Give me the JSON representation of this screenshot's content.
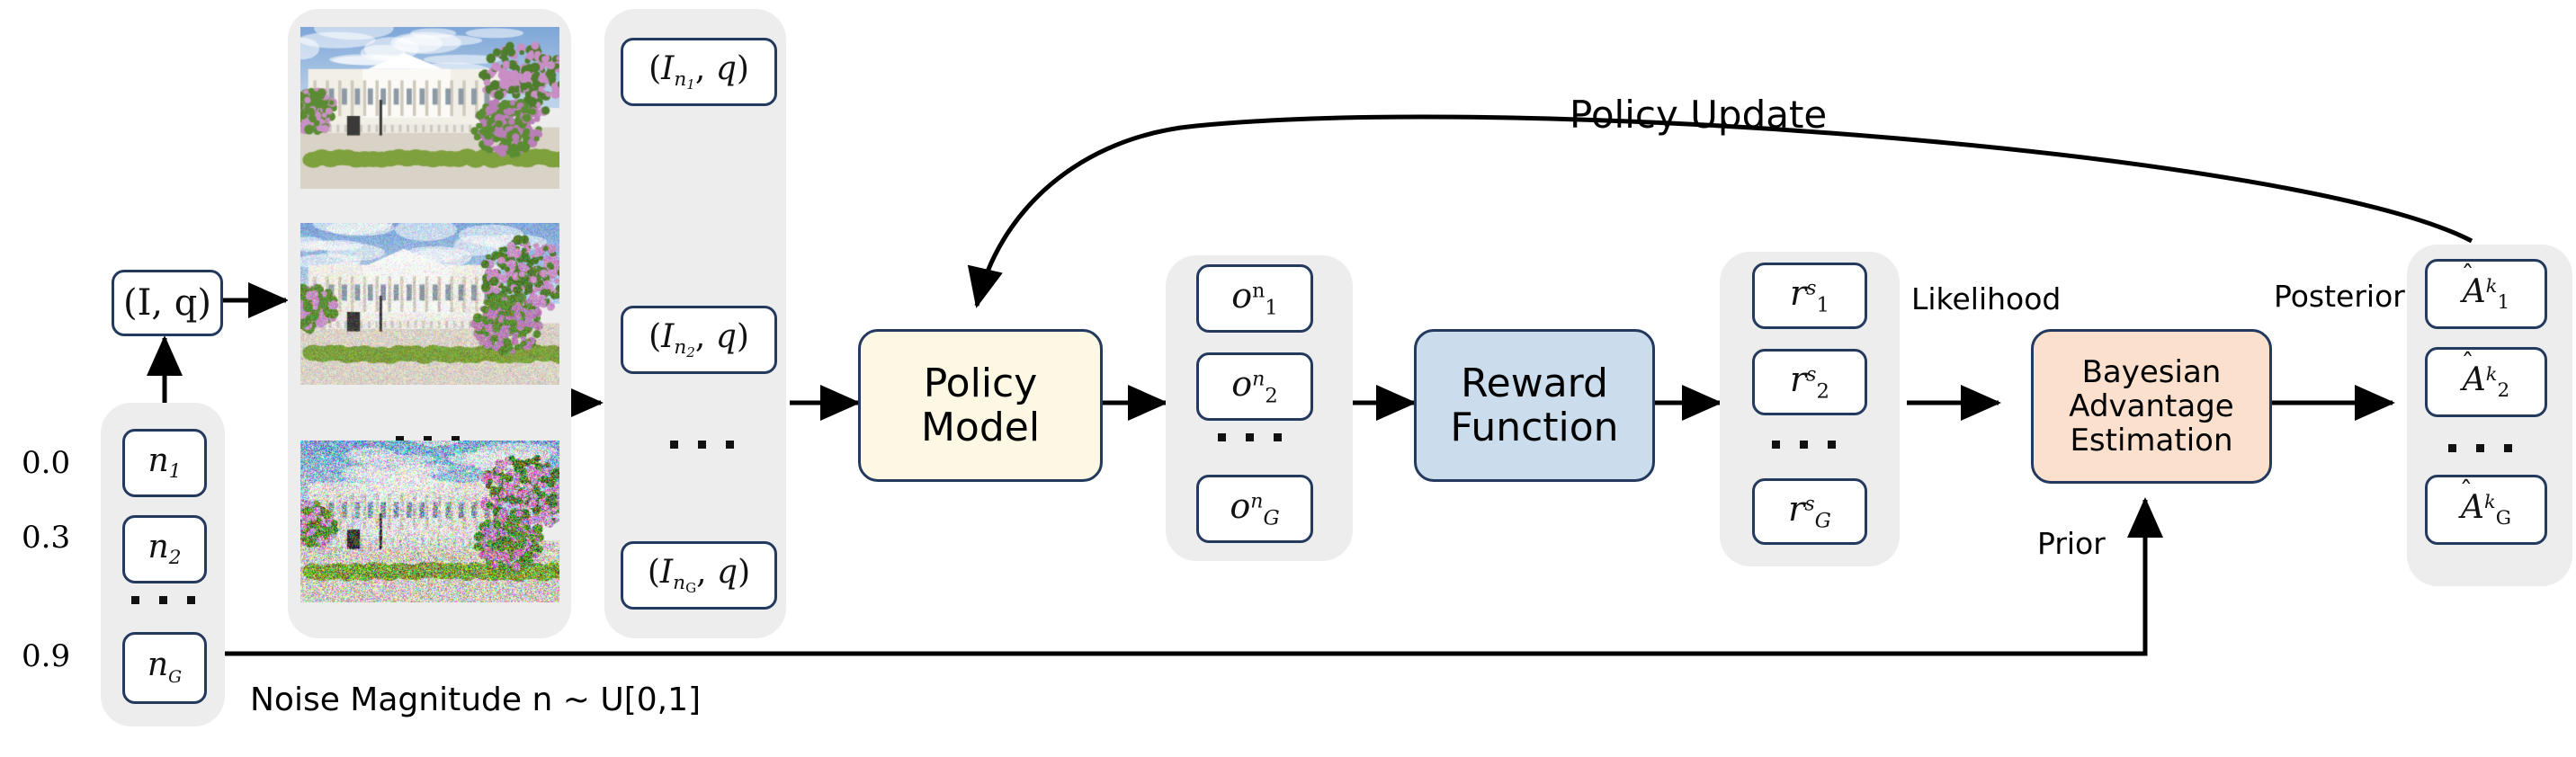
{
  "diagram": {
    "title_label": "Policy Update",
    "caption": "Noise Magnitude n ~ U[0,1]",
    "noise_scale_labels": [
      "0.0",
      "0.3",
      "0.9"
    ],
    "edge_labels": {
      "likelihood": "Likelihood",
      "prior": "Prior",
      "posterior": "Posterior"
    },
    "colors": {
      "panel_gray": "#ededed",
      "node_border": "#23395d",
      "policy_model_fill": "#fdf8e3",
      "reward_function_fill": "#cbdcec",
      "bayesian_fill": "#fbe0ce",
      "arrow": "#000000"
    },
    "groups": {
      "noise": {
        "name": "noise-group",
        "items": [
          {
            "base": "n",
            "sub": "1"
          },
          {
            "base": "n",
            "sub": "2"
          },
          {
            "base": "n",
            "sub": "G"
          }
        ]
      },
      "images": {
        "name": "noisy-image-group",
        "items": [
          {
            "alt": "clean-reference-image",
            "noise": 0.0
          },
          {
            "alt": "moderately-noisy-image",
            "noise": 0.3
          },
          {
            "alt": "heavily-noisy-image",
            "noise": 0.9
          }
        ]
      },
      "input_pairs": {
        "name": "input-pair-group",
        "items": [
          {
            "img_sub": "1"
          },
          {
            "img_sub": "2"
          },
          {
            "img_sub": "G"
          }
        ]
      },
      "outputs": {
        "name": "policy-output-group",
        "items": [
          {
            "base": "o",
            "sup": "n",
            "sub": "1"
          },
          {
            "base": "o",
            "sup": "n",
            "sub": "2"
          },
          {
            "base": "o",
            "sup": "n",
            "sub": "G"
          }
        ]
      },
      "rewards": {
        "name": "reward-group",
        "items": [
          {
            "base": "r",
            "sup": "s",
            "sub": "1"
          },
          {
            "base": "r",
            "sup": "s",
            "sub": "2"
          },
          {
            "base": "r",
            "sup": "s",
            "sub": "G"
          }
        ]
      },
      "advantages": {
        "name": "advantage-group",
        "items": [
          {
            "base": "A",
            "sup": "k",
            "sub": "1"
          },
          {
            "base": "A",
            "sup": "k",
            "sub": "2"
          },
          {
            "base": "A",
            "sup": "k",
            "sub": "G"
          }
        ]
      }
    },
    "nodes": {
      "input_pair": {
        "text": "(I, q)"
      },
      "policy_model": {
        "line1": "Policy",
        "line2": "Model"
      },
      "reward_function": {
        "line1": "Reward",
        "line2": "Function"
      },
      "bayesian": {
        "line1": "Bayesian",
        "line2": "Advantage",
        "line3": "Estimation"
      }
    }
  }
}
